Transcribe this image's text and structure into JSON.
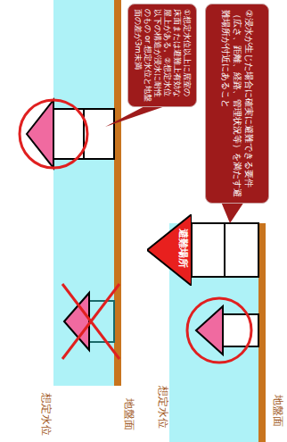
{
  "diagram": {
    "nodes": [
      {
        "text": [
          "①想定水位以上に居室の床面または避難上有効な屋上がある。②想定水位以下の構造が浸水に耐性のもの or 想定水位と地盤面の差が3m未満"
        ]
      },
      {
        "text": [
          "②浸水が生じた場合に確実に避難できる要件（広さ、距離、経路、管理状況等）を満たす避難場所が付近にあること"
        ]
      },
      {
        "text": [
          "避難場所"
        ]
      }
    ],
    "labels": [
      "想定水位",
      "地盤面",
      "想定水位",
      "地盤面"
    ]
  }
}
